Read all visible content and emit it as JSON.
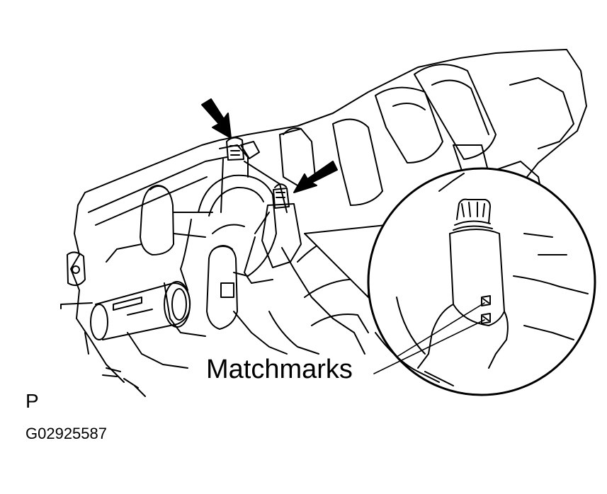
{
  "labels": {
    "callout": "Matchmarks",
    "view_letter": "P",
    "figure_code": "G02925587"
  },
  "colors": {
    "ink": "#000000",
    "paper": "#ffffff"
  }
}
